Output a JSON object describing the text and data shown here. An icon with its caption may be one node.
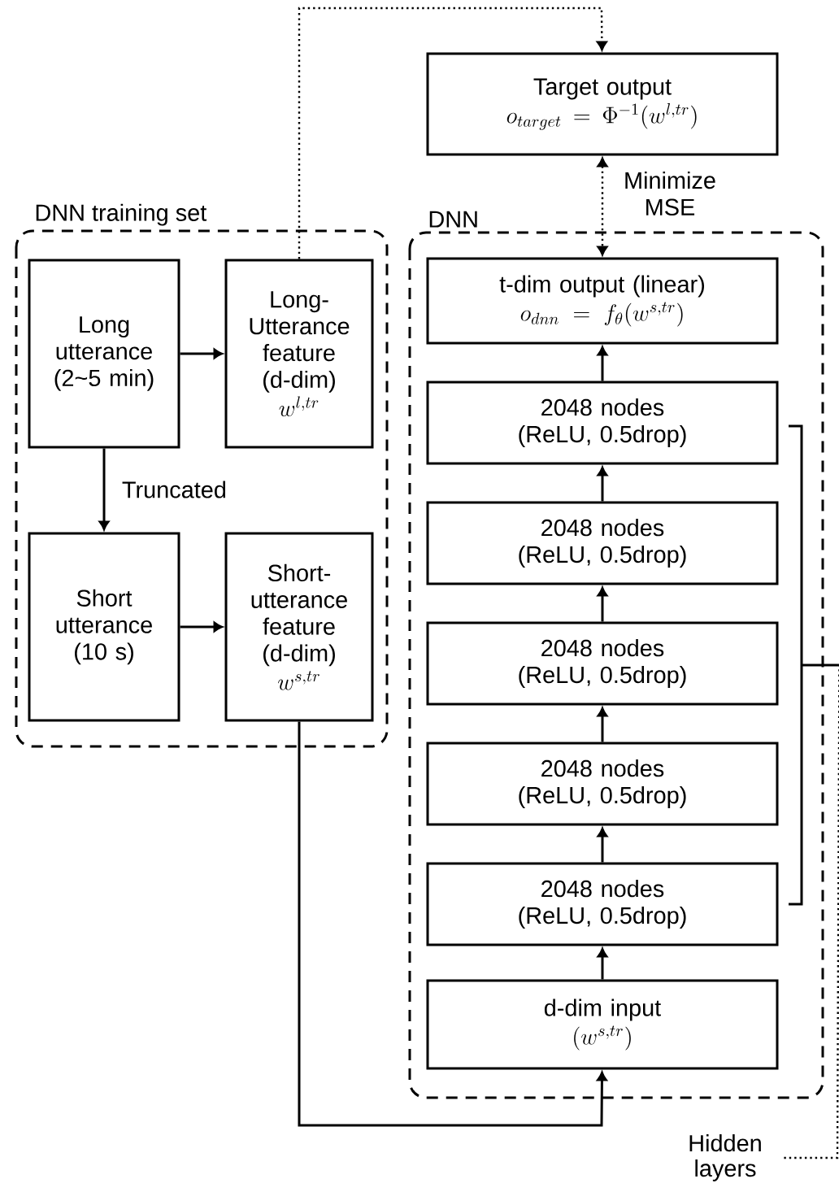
{
  "diagram": {
    "nodes": [
      {
        "text": [
          "DNN training set"
        ]
      },
      {
        "text": [
          "Long utterance (2~5 min)"
        ],
        "in": 0
      },
      {
        "text": [
          "Long-Utterance feature (d-dim)",
          "w^{l,tr}"
        ],
        "in": 0
      },
      {
        "text": [
          "Short utterance (10 s)"
        ],
        "in": 0
      },
      {
        "text": [
          "Short-utterance feature (d-dim)",
          "w^{s,tr}"
        ],
        "in": 0
      },
      {
        "text": [
          "Target output",
          "o_{target} = \\Phi^{-1}(w^{l,tr})"
        ]
      },
      {
        "text": [
          "DNN"
        ]
      },
      {
        "text": [
          "t-dim output (linear)",
          "o_{dnn} = f_{\\theta}(w^{s,tr})"
        ],
        "in": 6
      },
      {
        "text": [
          "2048 nodes (ReLU, 0.5drop)"
        ],
        "in": 6
      },
      {
        "text": [
          "2048 nodes (ReLU, 0.5drop)"
        ],
        "in": 6
      },
      {
        "text": [
          "2048 nodes (ReLU, 0.5drop)"
        ],
        "in": 6
      },
      {
        "text": [
          "2048 nodes (ReLU, 0.5drop)"
        ],
        "in": 6
      },
      {
        "text": [
          "2048 nodes (ReLU, 0.5drop)"
        ],
        "in": 6
      },
      {
        "text": [
          "d-dim input",
          "(w^{s,tr})"
        ],
        "in": 6
      },
      {
        "text": [
          "Hidden layers"
        ]
      },
      {
        "text": [],
        "shape": "bracket"
      }
    ],
    "edges": [
      {
        "from": 1,
        "to": 2,
        "arrow": "to"
      },
      {
        "from": 1,
        "to": 3,
        "arrow": "to",
        "label": "Truncated"
      },
      {
        "from": 3,
        "to": 4,
        "arrow": "to"
      },
      {
        "from": 2,
        "to": 5,
        "arrow": "to",
        "style": "dashed"
      },
      {
        "from": 5,
        "to": 7,
        "arrow": "both",
        "style": "dashed",
        "label": "Minimize MSE"
      },
      {
        "from": 4,
        "to": 13,
        "arrow": "to"
      },
      {
        "from": 13,
        "to": 12,
        "arrow": "to"
      },
      {
        "from": 12,
        "to": 11,
        "arrow": "to"
      },
      {
        "from": 11,
        "to": 10,
        "arrow": "to"
      },
      {
        "from": 10,
        "to": 9,
        "arrow": "to"
      },
      {
        "from": 9,
        "to": 8,
        "arrow": "to"
      },
      {
        "from": 8,
        "to": 7,
        "arrow": "to"
      },
      {
        "from": 14,
        "to": 15,
        "arrow": "none",
        "style": "dashed"
      }
    ]
  }
}
